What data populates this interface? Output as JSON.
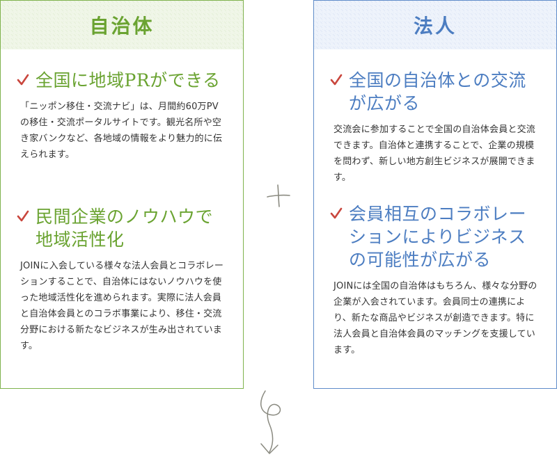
{
  "left": {
    "title": "自治体",
    "items": [
      {
        "heading": "全国に地域PRができる",
        "body": "「ニッポン移住・交流ナビ」は、月間約60万PVの移住・交流ポータルサイトです。観光名所や空き家バンクなど、各地域の情報をより魅力的に伝えられます。"
      },
      {
        "heading": "民間企業のノウハウで地域活性化",
        "body": "JOINに入会している様々な法人会員とコラボレーションすることで、自治体にはないノウハウを使った地域活性化を進められます。実際に法人会員と自治体会員とのコラボ事業により、移住・交流分野における新たなビジネスが生み出されています。"
      }
    ]
  },
  "right": {
    "title": "法人",
    "items": [
      {
        "heading": "全国の自治体との交流が広がる",
        "body": "交流会に参加することで全国の自治体会員と交流できます。自治体と連携することで、企業の規模を問わず、新しい地方創生ビジネスが展開できます。"
      },
      {
        "heading": "会員相互のコラボレーションによりビジネスの可能性が広がる",
        "body": "JOINには全国の自治体はもちろん、様々な分野の企業が入会されています。会員同士の連携により、新たな商品やビジネスが創造できます。特に法人会員と自治体会員のマッチングを支援しています。"
      }
    ]
  },
  "colors": {
    "green": "#6aa331",
    "blue": "#4c7dc1",
    "check_red": "#c9463d",
    "mark_gray": "#8a8a80"
  },
  "icons": {
    "check": "check-icon",
    "plus": "plus-icon",
    "arrow": "curly-down-arrow-icon"
  }
}
